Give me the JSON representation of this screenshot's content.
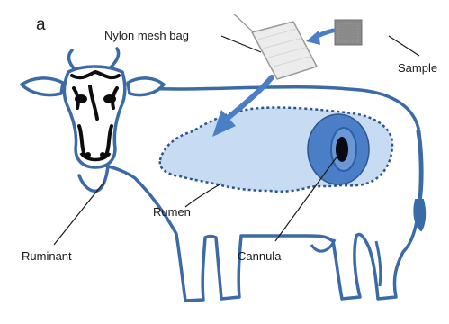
{
  "figure": {
    "panel_letter": "a",
    "labels": {
      "bag": "Nylon mesh bag",
      "sample": "Sample",
      "rumen": "Rumen",
      "ruminant": "Ruminant",
      "cannula": "Cannula"
    },
    "colors": {
      "outline": "#3b6ba6",
      "rumen_fill": "#c7dcf2",
      "rumen_dots": "#2d5590",
      "cannula_outer": "#4a7ec6",
      "cannula_inner": "#2d5fa8",
      "arrow": "#4a7ec6",
      "sample_square": "#8a8a8a",
      "bag_fill": "#ececec"
    }
  }
}
